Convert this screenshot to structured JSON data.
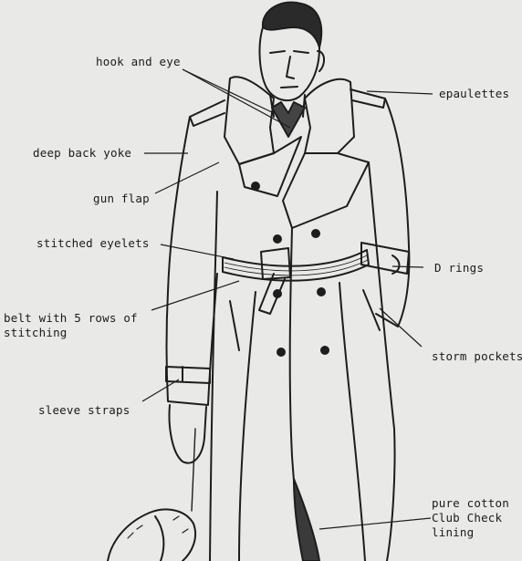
{
  "diagram": {
    "labels": {
      "hook_and_eye": "hook and eye",
      "epaulettes": "epaulettes",
      "deep_back_yoke": "deep back yoke",
      "gun_flap": "gun flap",
      "stitched_eyelets": "stitched eyelets",
      "d_rings": "D rings",
      "belt_line1": "belt with 5 rows of",
      "belt_line2": "stitching",
      "storm_pockets": "storm pockets",
      "sleeve_straps": "sleeve straps",
      "lining_line1": "pure cotton",
      "lining_line2": "Club Check",
      "lining_line3": "lining"
    },
    "colors": {
      "background": "#e9e9e7",
      "ink": "#1d1d1d",
      "shadow": "#2a2a2a"
    }
  }
}
